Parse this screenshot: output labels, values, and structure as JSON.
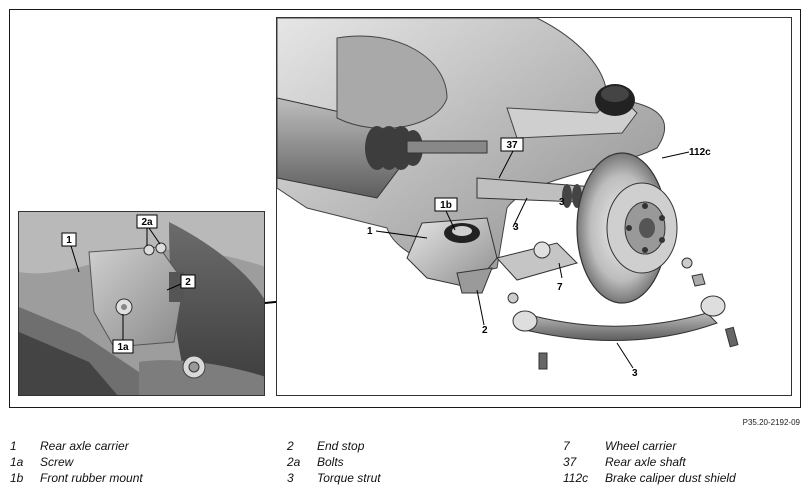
{
  "figure_ref": "P35.20-2192-09",
  "callouts": {
    "inset": [
      "1",
      "2a",
      "2",
      "1a"
    ],
    "main": [
      "37",
      "112c",
      "1b",
      "1",
      "3",
      "3",
      "7",
      "2",
      "3"
    ]
  },
  "legend": {
    "col1": [
      {
        "num": "1",
        "label": "Rear axle carrier"
      },
      {
        "num": "1a",
        "label": "Screw"
      },
      {
        "num": "1b",
        "label": "Front rubber mount"
      }
    ],
    "col2": [
      {
        "num": "2",
        "label": "End stop"
      },
      {
        "num": "2a",
        "label": "Bolts"
      },
      {
        "num": "3",
        "label": "Torque strut"
      }
    ],
    "col3": [
      {
        "num": "7",
        "label": "Wheel carrier"
      },
      {
        "num": "37",
        "label": "Rear axle shaft"
      },
      {
        "num": "112c",
        "label": "Brake caliper dust shield"
      }
    ]
  }
}
